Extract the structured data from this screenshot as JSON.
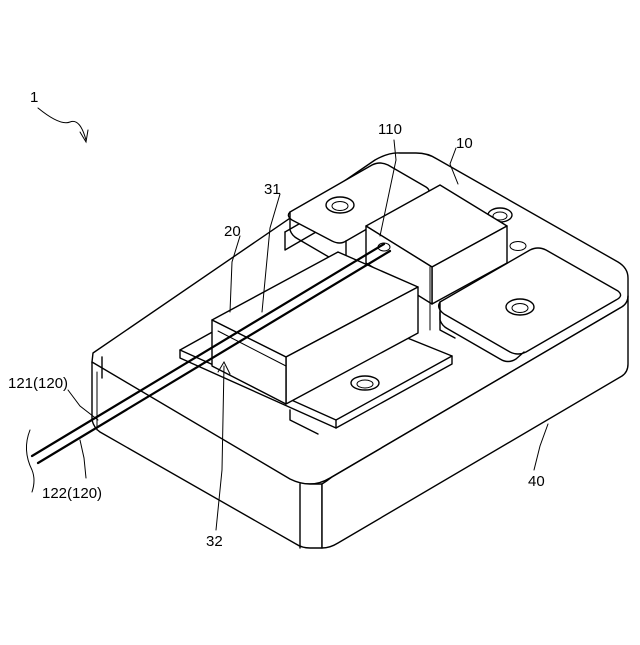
{
  "labels": {
    "device": "1",
    "ref_110": "110",
    "ref_10": "10",
    "ref_31": "31",
    "ref_20": "20",
    "ref_121": "121(120)",
    "ref_122": "122(120)",
    "ref_32": "32",
    "ref_40": "40"
  }
}
